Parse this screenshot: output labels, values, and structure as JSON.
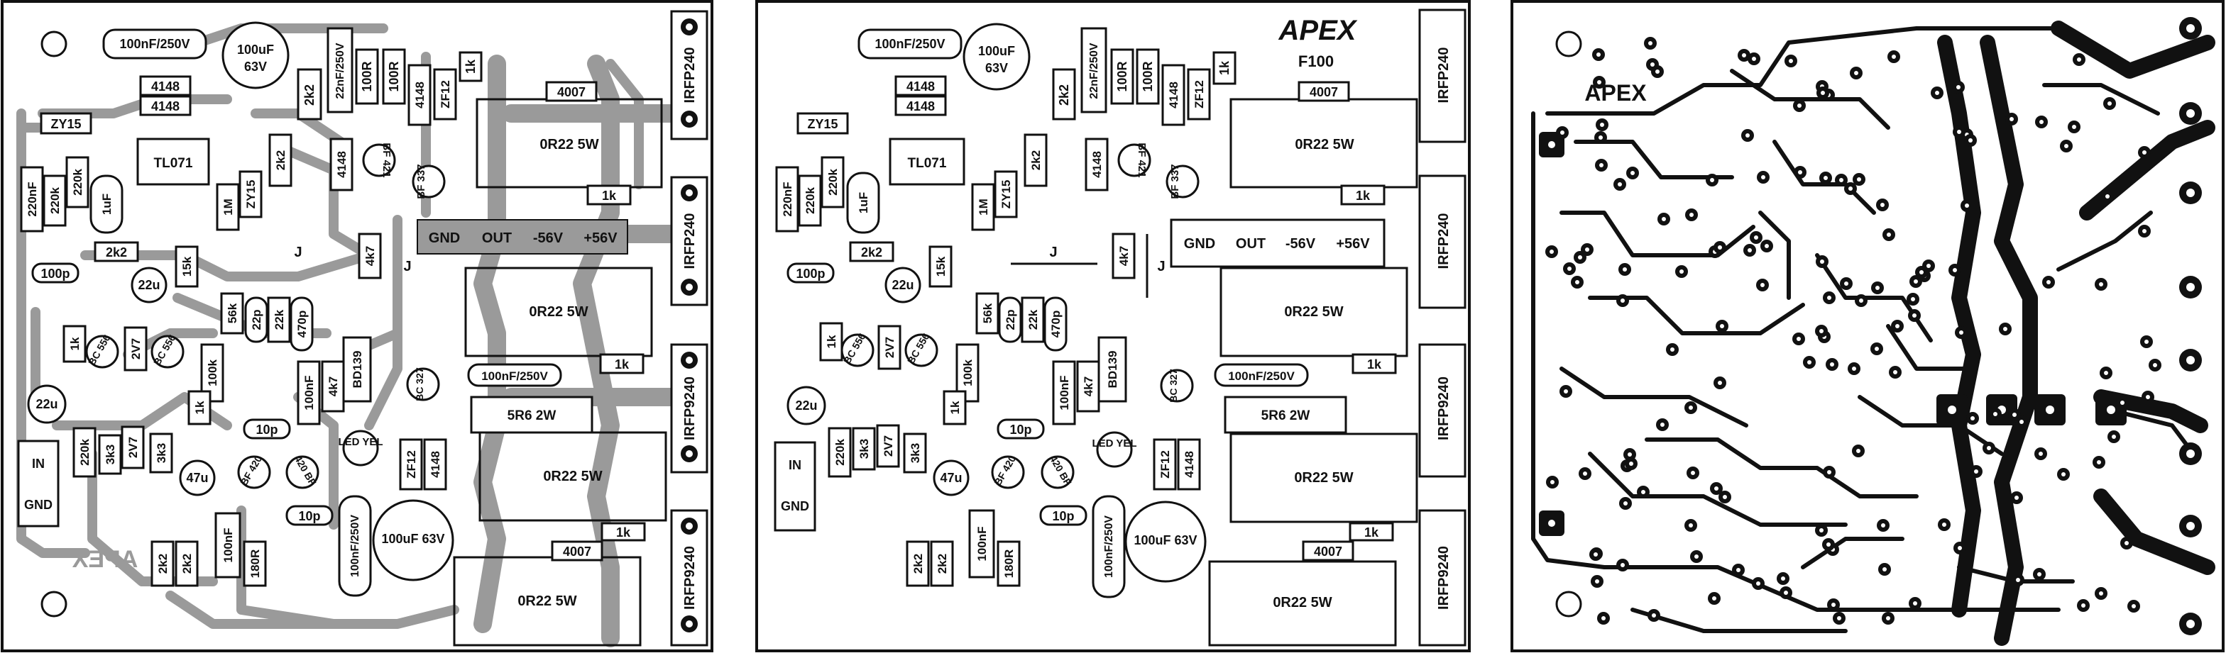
{
  "boards": {
    "silk_overlay": {
      "brand": "APEX",
      "labels": {
        "c1": "100nF/250V",
        "c2": "100uF",
        "c2b": "63V",
        "c3": "22nF/250V",
        "r100a": "100R",
        "r100b": "100R",
        "r1k_top": "1k",
        "d1": "4148",
        "d2": "4148",
        "zy15": "ZY15",
        "tl071": "TL071",
        "r220n": "220nF",
        "r220k": "220k",
        "r220k2": "220k",
        "c1uf": "1uF",
        "r1m": "1M",
        "zy15b": "ZY15",
        "r2k2a": "2k2",
        "r2k2b": "2k2",
        "r2k2c": "2k2",
        "d4148c": "4148",
        "bf421": "BF 421",
        "bf337": "BF 337",
        "zf12": "ZF12",
        "d4148d": "4148",
        "r0r22a": "0R22 5W",
        "d4007a": "4007",
        "r1ka": "1k",
        "gnd": "GND",
        "out": "OUT",
        "m56": "-56V",
        "p56": "+56V",
        "j1": "J",
        "j2": "J",
        "r4k7": "4k7",
        "r15k": "15k",
        "c100p": "100p",
        "c22u": "22u",
        "r0r22b": "0R22 5W",
        "irfp240a": "IRFP240",
        "irfp240b": "IRFP240",
        "irfp9240a": "IRFP9240",
        "irfp9240b": "IRFP9240",
        "r1kb": "1k",
        "bc556a": "BC 556",
        "bc556b": "BC 556",
        "z2v7": "2V7",
        "r56k": "56k",
        "c22p": "22p",
        "r22k": "22k",
        "c470p": "470p",
        "r100k": "100k",
        "bd139": "BD139",
        "r4k7b": "4k7",
        "c100nf": "100nF",
        "bc327": "BC 327",
        "c100nf250b": "100nF/250V",
        "r1kc": "1k",
        "r5r6": "5R6 2W",
        "c10p": "10p",
        "c22ub": "22u",
        "in": "IN",
        "gndb": "GND",
        "r220kb": "220k",
        "z2v7b": "2V7",
        "r3k3a": "3k3",
        "r3k3b": "3k3",
        "c47u": "47u",
        "bf420": "BF 420",
        "bf420b": "420 BF",
        "led": "LED YEL",
        "zf12b": "ZF12",
        "d4148e": "4148",
        "r0r22c": "0R22 5W",
        "c10pb": "10p",
        "r1kd": "1k",
        "d4007b": "4007",
        "r0r22d": "0R22 5W",
        "r2k2d": "2k2",
        "r2k2e": "2k2",
        "r180r": "180R",
        "c100nfc": "100nF",
        "c100nf250c": "100nF/250V",
        "c100u63": "100uF 63V",
        "r1k_e": "1k"
      }
    },
    "silkscreen": {
      "brand": "APEX",
      "model": "F100"
    },
    "copper": {
      "brand": "APEX"
    }
  }
}
